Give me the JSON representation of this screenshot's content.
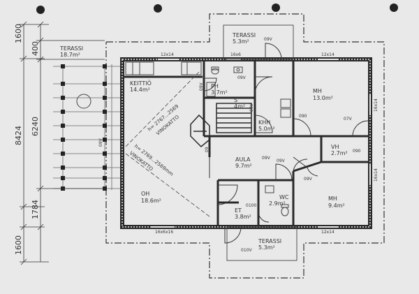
{
  "rooms": {
    "terassi_nw": {
      "name": "TERASSI",
      "area": "18.7m²"
    },
    "terassi_n": {
      "name": "TERASSI",
      "area": "5.3m²"
    },
    "terassi_s": {
      "name": "TERASSI",
      "area": "5.3m²"
    },
    "keittio": {
      "name": "KEITTIÖ",
      "area": "14.4m²"
    },
    "ph": {
      "name": "PH",
      "area": "3.7m²"
    },
    "sauna": {
      "name": "S",
      "area": "4m²"
    },
    "khh": {
      "name": "KHH",
      "area": "5.0m²"
    },
    "mh1": {
      "name": "MH",
      "area": "13.0m²"
    },
    "vh": {
      "name": "VH",
      "area": "2.7m²"
    },
    "aula": {
      "name": "AULA",
      "area": "9.7m²"
    },
    "oh": {
      "name": "OH",
      "area": "18.6m²"
    },
    "wc": {
      "name": "WC",
      "area": "2.9m²"
    },
    "et": {
      "name": "ET",
      "area": "3.8m²"
    },
    "mh2": {
      "name": "MH",
      "area": "9.4m²"
    }
  },
  "ceiling_notes": {
    "kitchen": [
      "h= 2767...2569",
      "VINOKATTO"
    ],
    "living": [
      "h= 2769...2569mm",
      "VINOKATTO"
    ]
  },
  "dimensions": {
    "total": "8424",
    "segments": [
      "1600",
      "400",
      "6240",
      "1784",
      "1600"
    ]
  },
  "window_labels": [
    "12x14",
    "16x6",
    "12x14",
    "16x6x16",
    "12x14",
    "16x14",
    "16x14"
  ],
  "door_labels": [
    "09V",
    "09V",
    "09V",
    "09V",
    "09V",
    "090",
    "090",
    "07V",
    "09",
    "0100",
    "09V",
    "09V",
    "010V",
    "09V"
  ],
  "colors": {
    "paper": "#e9e9e9",
    "ink": "#333333",
    "wall": "#2a2a2a"
  }
}
